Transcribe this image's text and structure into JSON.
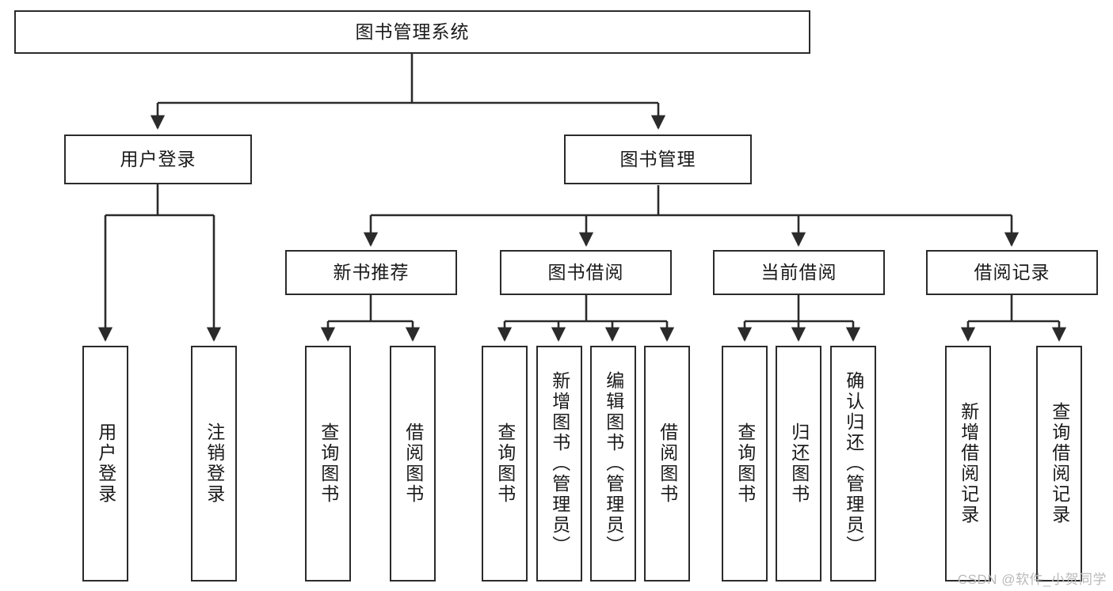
{
  "diagram": {
    "title": "图书管理系统",
    "type": "tree-hierarchy-diagram",
    "colors": {
      "box_border": "#2b2b2b",
      "box_fill": "#ffffff",
      "line": "#2b2b2b",
      "text": "#1a1a1a",
      "watermark": "#b9b9b9",
      "background": "#ffffff"
    },
    "root": {
      "label": "图书管理系统"
    },
    "level2": [
      {
        "label": "用户登录"
      },
      {
        "label": "图书管理"
      }
    ],
    "level3": [
      {
        "label": "新书推荐"
      },
      {
        "label": "图书借阅"
      },
      {
        "label": "当前借阅"
      },
      {
        "label": "借阅记录"
      }
    ],
    "leaves": {
      "user_login": [
        {
          "label": "用户登录"
        },
        {
          "label": "注销登录"
        }
      ],
      "new_book_recommend": [
        {
          "label": "查询图书"
        },
        {
          "label": "借阅图书"
        }
      ],
      "book_borrow": [
        {
          "label": "查询图书"
        },
        {
          "label": "新增图书（管理员）"
        },
        {
          "label": "编辑图书（管理员）"
        },
        {
          "label": "借阅图书"
        }
      ],
      "current_borrow": [
        {
          "label": "查询图书"
        },
        {
          "label": "归还图书"
        },
        {
          "label": "确认归还（管理员）"
        }
      ],
      "borrow_records": [
        {
          "label": "新增借阅记录"
        },
        {
          "label": "查询借阅记录"
        }
      ]
    }
  },
  "watermark": {
    "text": "CSDN @软件_小贺同学"
  }
}
